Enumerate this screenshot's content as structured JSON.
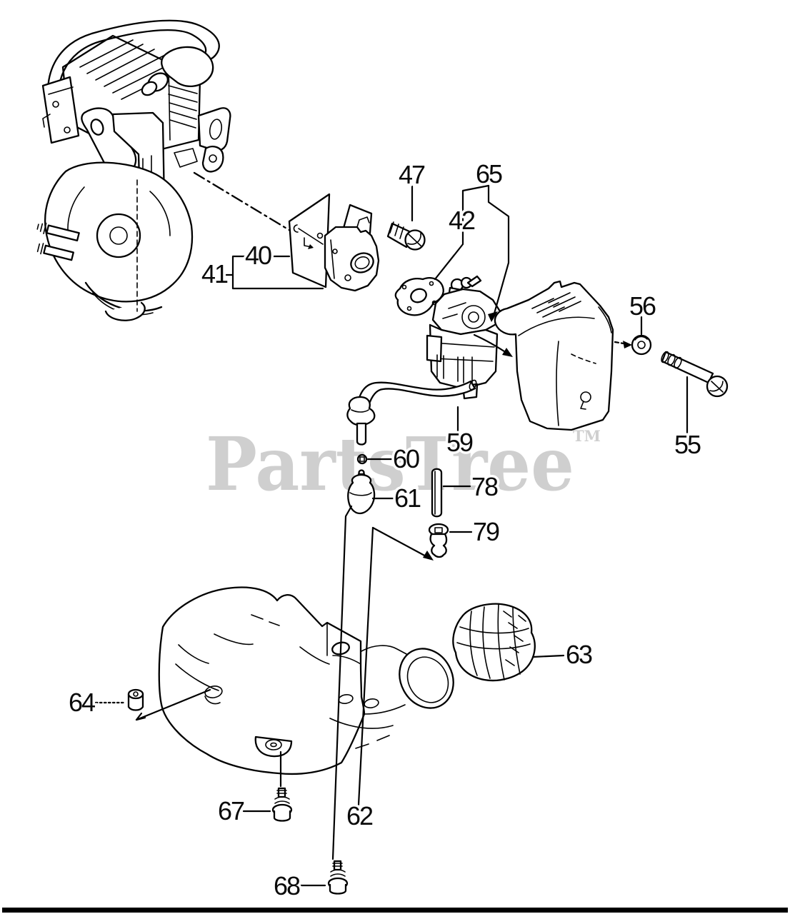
{
  "page": {
    "background": "#ffffff",
    "line_color": "#000000",
    "footer_bar_color": "#000000",
    "type": "exploded-parts-diagram"
  },
  "watermark": {
    "text": "PartsTree",
    "trademark": "TM",
    "color": "#cfcfcf"
  },
  "callouts": {
    "c40": {
      "label": "40"
    },
    "c41": {
      "label": "41"
    },
    "c42": {
      "label": "42"
    },
    "c47": {
      "label": "47"
    },
    "c55": {
      "label": "55"
    },
    "c56": {
      "label": "56"
    },
    "c59": {
      "label": "59"
    },
    "c60": {
      "label": "60"
    },
    "c61": {
      "label": "61"
    },
    "c62": {
      "label": "62"
    },
    "c63": {
      "label": "63"
    },
    "c64": {
      "label": "64"
    },
    "c65": {
      "label": "65"
    },
    "c67": {
      "label": "67"
    },
    "c68": {
      "label": "68"
    },
    "c78": {
      "label": "78"
    },
    "c79": {
      "label": "79"
    }
  }
}
